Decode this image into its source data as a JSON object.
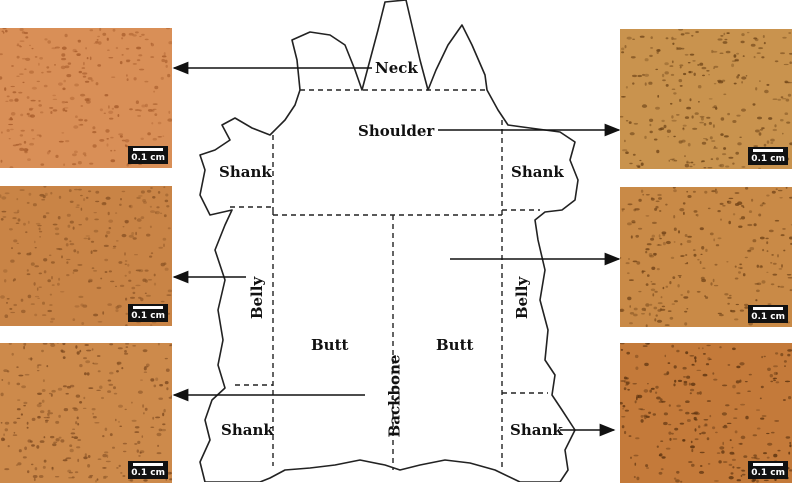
{
  "regions": {
    "neck": "Neck",
    "shoulder": "Shoulder",
    "shank_upper_left": "Shank",
    "shank_upper_right": "Shank",
    "belly_left": "Belly",
    "belly_right": "Belly",
    "butt_left": "Butt",
    "butt_right": "Butt",
    "backbone": "Backbone",
    "shank_lower_left": "Shank",
    "shank_lower_right": "Shank"
  },
  "scale_label": "0.1 cm",
  "photos": [
    {
      "id": "left-top",
      "tone": "#d98f57",
      "dot": "#a85d2c"
    },
    {
      "id": "left-mid",
      "tone": "#c98446",
      "dot": "#8d5526"
    },
    {
      "id": "left-bot",
      "tone": "#cd8a4b",
      "dot": "#7e4a20"
    },
    {
      "id": "right-top",
      "tone": "#c9934e",
      "dot": "#6e4418"
    },
    {
      "id": "right-mid",
      "tone": "#c98a47",
      "dot": "#734519"
    },
    {
      "id": "right-bot",
      "tone": "#c47a3a",
      "dot": "#5c3310"
    }
  ],
  "colors": {
    "outline": "#222222",
    "arrow": "#111111"
  }
}
